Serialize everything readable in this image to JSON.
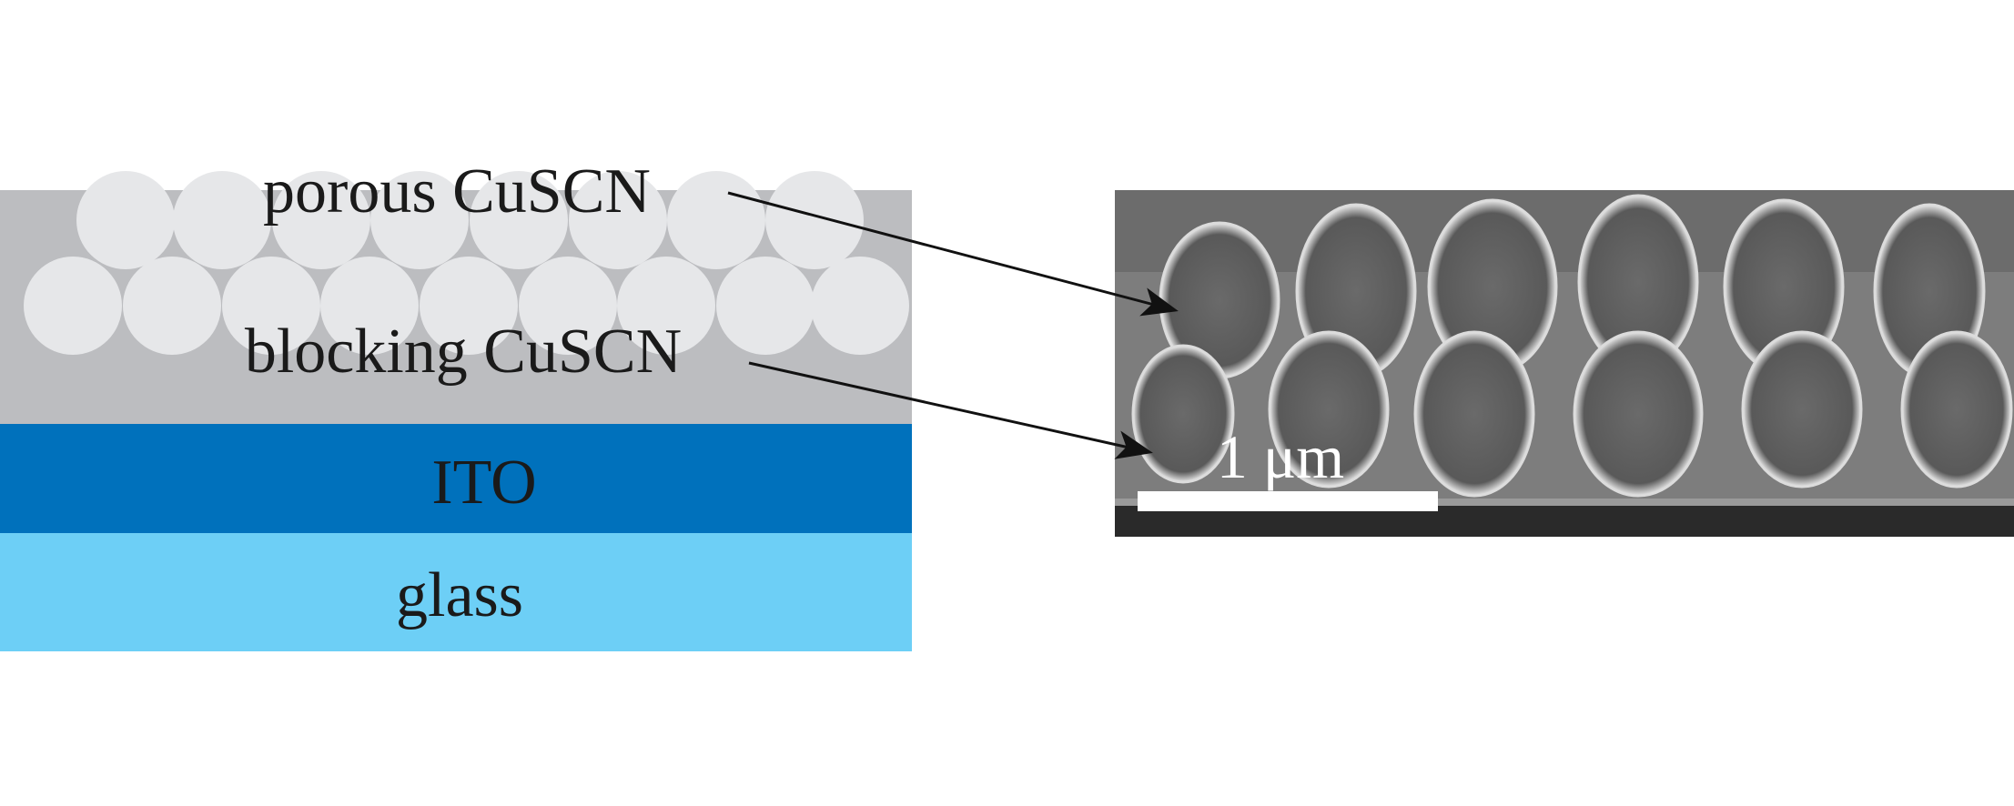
{
  "schematic": {
    "layers": [
      {
        "name": "porous CuSCN",
        "color": "#e6e7e9"
      },
      {
        "name": "blocking CuSCN",
        "color": "#bcbdc0"
      },
      {
        "name": "ITO",
        "color": "#0071bc"
      },
      {
        "name": "glass",
        "color": "#6dcff6"
      }
    ]
  },
  "sem": {
    "scale_bar_label": "1 μm"
  }
}
